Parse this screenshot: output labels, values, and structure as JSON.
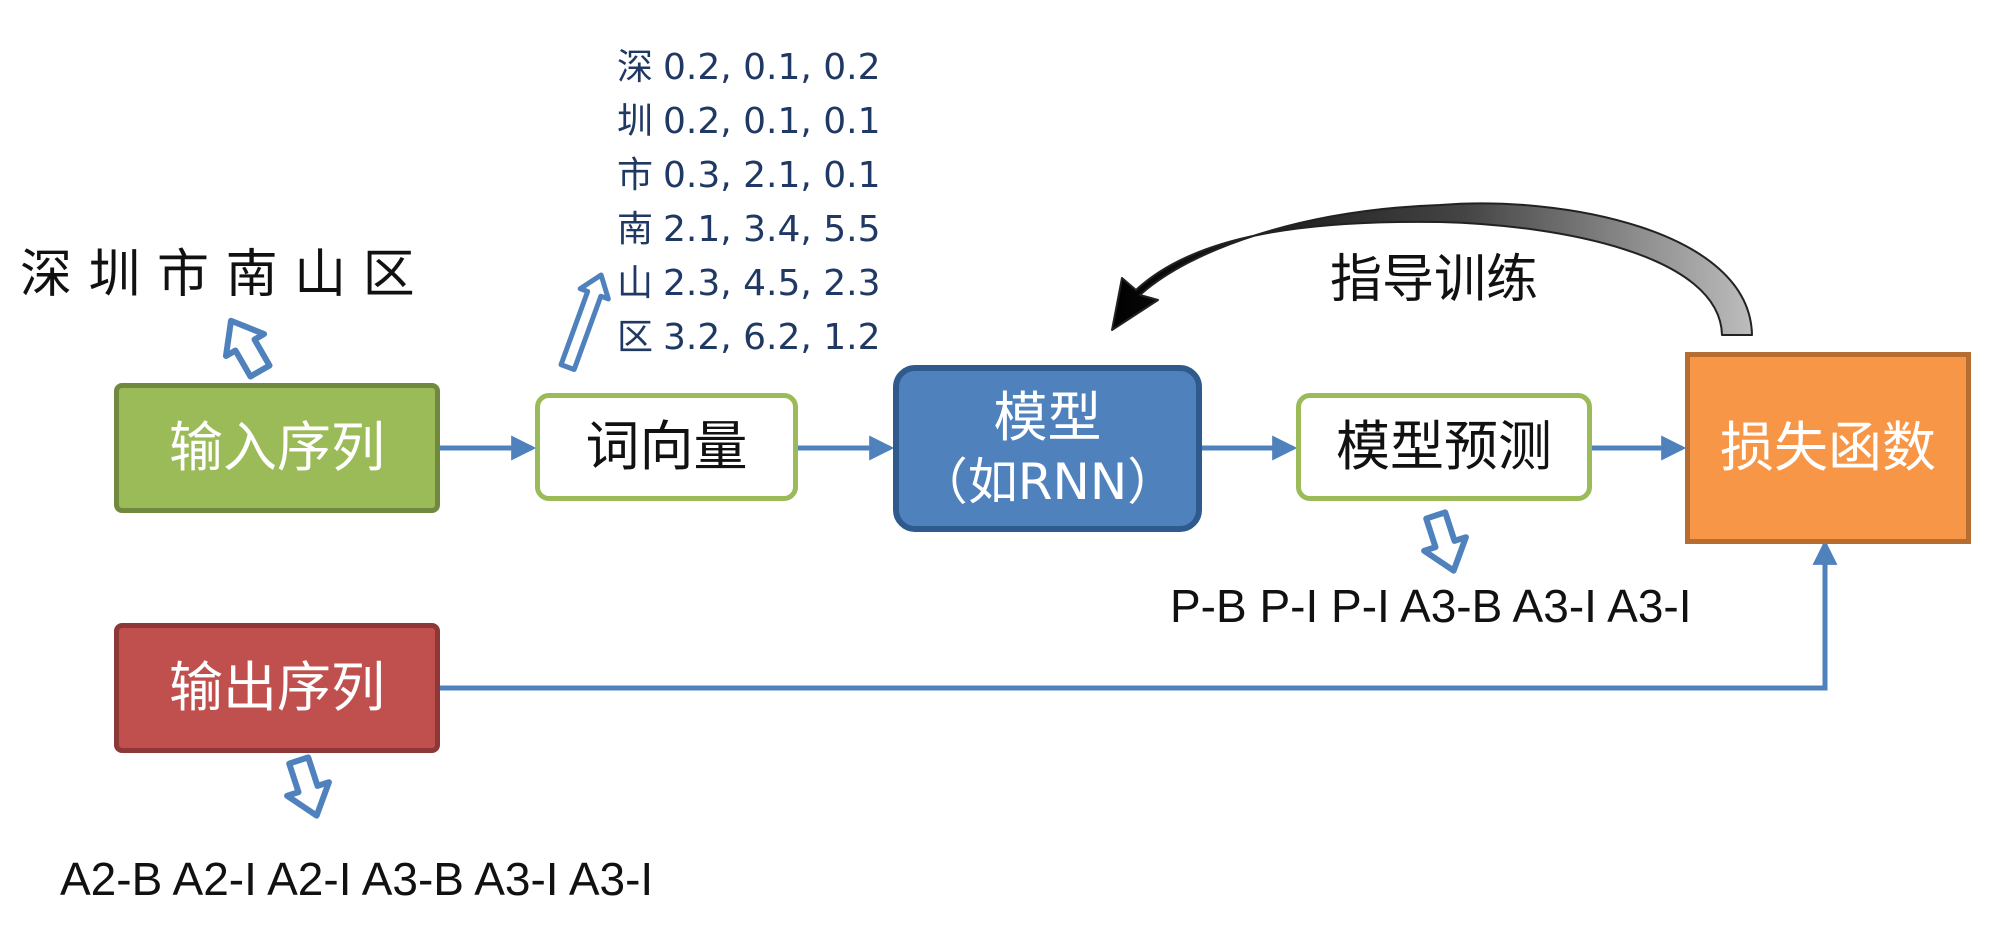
{
  "sample_text": "深 圳 市 南 山 区",
  "word_vectors": [
    {
      "char": "深",
      "values": "0.2, 0.1, 0.2"
    },
    {
      "char": "圳",
      "values": "0.2, 0.1, 0.1"
    },
    {
      "char": "市",
      "values": "0.3, 2.1, 0.1"
    },
    {
      "char": "南",
      "values": "2.1, 3.4, 5.5"
    },
    {
      "char": "山",
      "values": "2.3, 4.5, 2.3"
    },
    {
      "char": "区",
      "values": "3.2, 6.2, 1.2"
    }
  ],
  "nodes": {
    "input_seq": "输入序列",
    "word_vec": "词向量",
    "model_line1": "模型",
    "model_line2": "（如RNN）",
    "model_pred": "模型预测",
    "loss_fn": "损失函数",
    "output_seq": "输出序列"
  },
  "feedback_label": "指导训练",
  "prediction_tags": "P-B P-I P-I A3-B A3-I A3-I",
  "gold_tags": "A2-B A2-I A2-I A3-B A3-I A3-I",
  "colors": {
    "input": "#9bbb59",
    "model": "#4f81bd",
    "loss": "#f79646",
    "output": "#c0504d",
    "arrow": "#4f81bd",
    "vector_text": "#1f3864"
  }
}
